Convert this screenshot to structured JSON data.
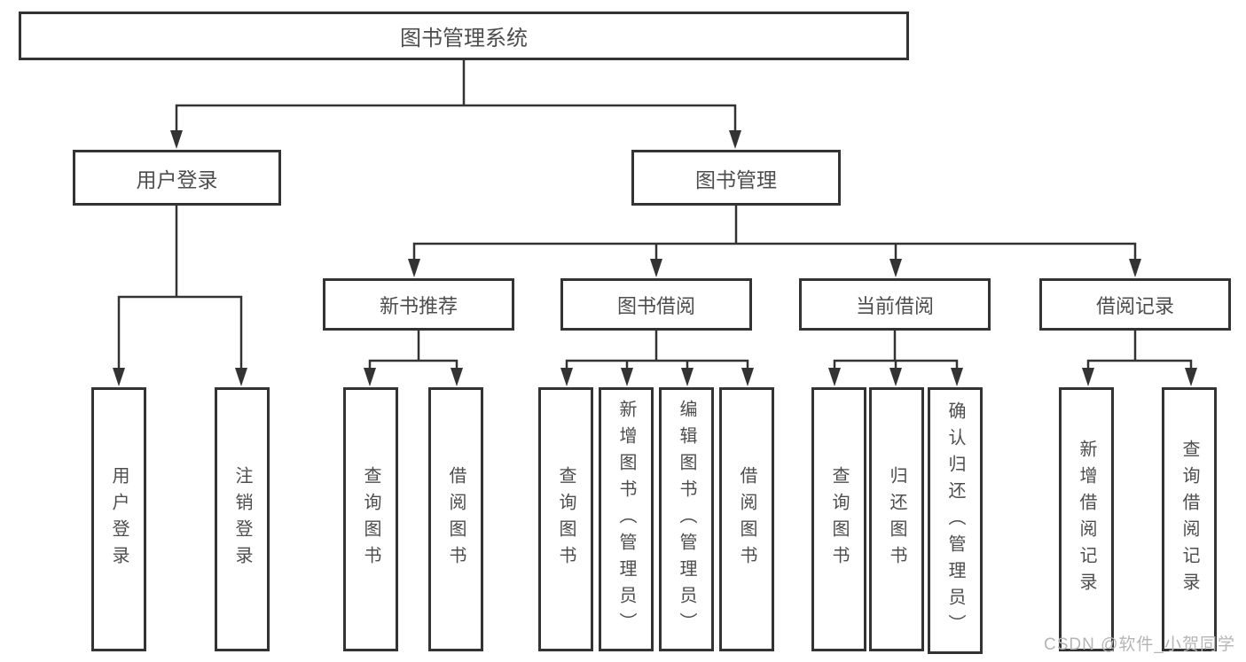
{
  "diagram_title": "图书管理系统",
  "root": {
    "label": "图书管理系统"
  },
  "level2": [
    {
      "label": "用户登录"
    },
    {
      "label": "图书管理"
    }
  ],
  "level3": [
    {
      "label": "新书推荐"
    },
    {
      "label": "图书借阅"
    },
    {
      "label": "当前借阅"
    },
    {
      "label": "借阅记录"
    }
  ],
  "leaves": [
    {
      "label": "用户登录",
      "parent": "用户登录"
    },
    {
      "label": "注销登录",
      "parent": "用户登录"
    },
    {
      "label": "查询图书",
      "parent": "新书推荐"
    },
    {
      "label": "借阅图书",
      "parent": "新书推荐"
    },
    {
      "label": "查询图书",
      "parent": "图书借阅"
    },
    {
      "label": "新增图书（管理员）",
      "parent": "图书借阅"
    },
    {
      "label": "编辑图书（管理员）",
      "parent": "图书借阅"
    },
    {
      "label": "借阅图书",
      "parent": "图书借阅"
    },
    {
      "label": "查询图书",
      "parent": "当前借阅"
    },
    {
      "label": "归还图书",
      "parent": "当前借阅"
    },
    {
      "label": "确认归还（管理员）",
      "parent": "当前借阅"
    },
    {
      "label": "新增借阅记录",
      "parent": "借阅记录"
    },
    {
      "label": "查询借阅记录",
      "parent": "借阅记录"
    }
  ],
  "watermark": "CSDN @软件_小贺同学",
  "colors": {
    "line": "#333333",
    "text": "#4d4d4d",
    "watermark": "#b5b5b5",
    "background": "#ffffff"
  }
}
